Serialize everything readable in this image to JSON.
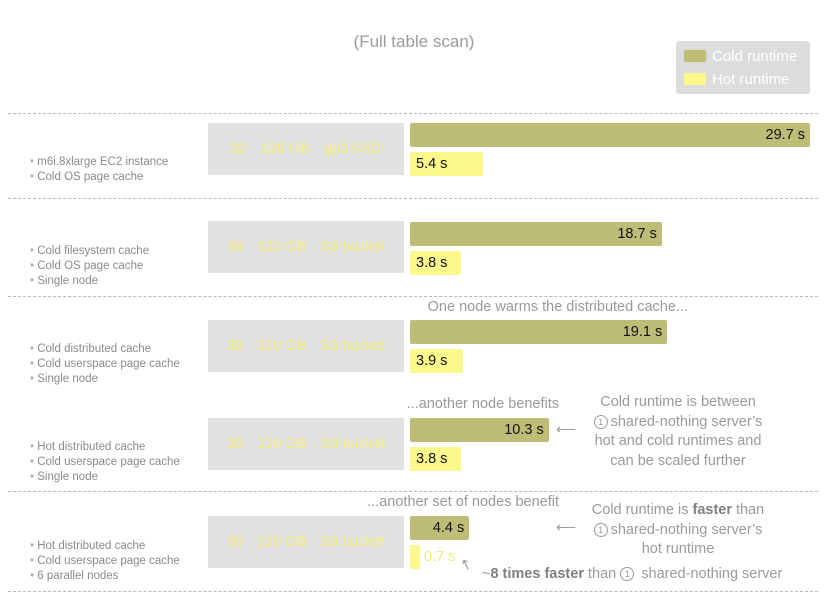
{
  "chart_data": {
    "type": "bar",
    "orientation": "horizontal",
    "subtitle": "(Full table scan)",
    "legend": {
      "placement": "top-right",
      "entries": [
        "Cold runtime",
        "Hot runtime"
      ]
    },
    "series_colors": {
      "cold": "#bdbd78",
      "hot": "#fbf88c"
    },
    "xlim": [
      0,
      30
    ],
    "grid": false,
    "unit": "s",
    "groups": [
      {
        "bullets": [
          "m6i.8xlarge EC2 instance",
          "Cold OS page cache"
        ],
        "spec": [
          "32",
          "128 GB",
          "gp3 SSD"
        ],
        "cold": 29.7,
        "hot": 5.4,
        "cold_label": "29.7 s",
        "hot_label": "5.4 s"
      },
      {
        "bullets": [
          "Cold filesystem cache",
          "Cold OS page cache",
          "Single node"
        ],
        "spec": [
          "30",
          "120 GB",
          "S3 bucket"
        ],
        "cold": 18.7,
        "hot": 3.8,
        "cold_label": "18.7 s",
        "hot_label": "3.8 s"
      },
      {
        "bullets": [
          "Cold distributed cache",
          "Cold userspace page cache",
          "Single node"
        ],
        "spec": [
          "30",
          "120 GB",
          "S3 bucket"
        ],
        "cold": 19.1,
        "hot": 3.9,
        "cold_label": "19.1 s",
        "hot_label": "3.9 s"
      },
      {
        "bullets": [
          "Hot distributed cache",
          "Cold userspace page cache",
          "Single node"
        ],
        "spec": [
          "30",
          "120 GB",
          "S3 bucket"
        ],
        "cold": 10.3,
        "hot": 3.8,
        "cold_label": "10.3 s",
        "hot_label": "3.8 s"
      },
      {
        "bullets": [
          "Hot distributed cache",
          "Cold userspace page cache",
          "6 parallel nodes"
        ],
        "spec": [
          "30",
          "120 GB",
          "S3 bucket"
        ],
        "cold": 4.4,
        "hot": 0.7,
        "cold_label": "4.4 s",
        "hot_label": "0.7 s"
      }
    ],
    "annotations": {
      "above_group_3": "One node warms the distributed cache...",
      "above_group_4": "...another node benefits",
      "above_group_5": "...another set of nodes benefit",
      "note_group_4": {
        "line1": "Cold runtime is between",
        "line2": "shared-nothing server’s",
        "line3": "hot and cold runtimes and",
        "line4": "can be scaled further",
        "circle": "1"
      },
      "note_group_5": {
        "line1_pre": "Cold runtime is ",
        "line1_bold": "faster",
        "line1_post": " than",
        "line2": "shared-nothing server’s",
        "line3": "hot runtime",
        "circle": "1"
      },
      "hot_note": {
        "pre": "~",
        "bold": "8 times faster",
        "mid": " than ",
        "circle": "1",
        "post": " shared-nothing server"
      }
    }
  }
}
